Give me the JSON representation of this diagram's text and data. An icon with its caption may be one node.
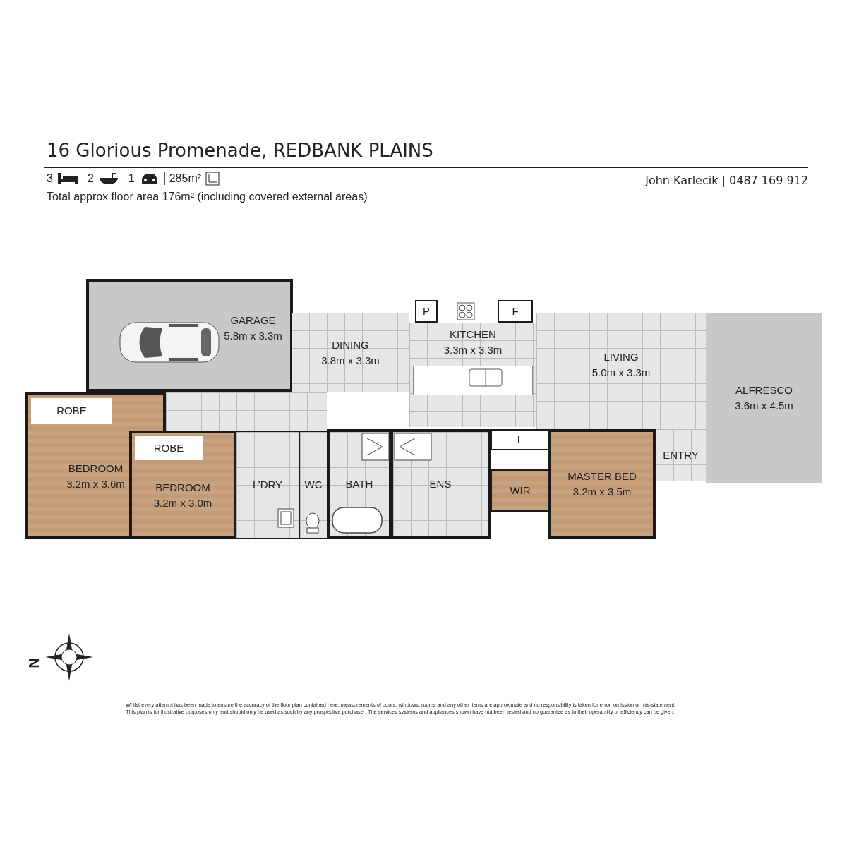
{
  "diagram": {
    "title": "16 Glorious Promenade, REDBANK PLAINS",
    "nodes": [
      {
        "text": [
          "GARAGE",
          "5.8m x 3.3m"
        ]
      },
      {
        "text": [
          "P"
        ]
      },
      {
        "text": [
          "F"
        ]
      },
      {
        "text": [
          "KITCHEN",
          "3.3m x 3.3m"
        ]
      },
      {
        "text": [
          "DINING",
          "3.8m x 3.3m"
        ]
      },
      {
        "text": [
          "LIVING",
          "5.0m x 3.3m"
        ]
      },
      {
        "text": [
          "ALFRESCO",
          "3.6m x 4.5m"
        ]
      },
      {
        "text": [
          "BEDROOM",
          "3.2m x 3.6m"
        ]
      },
      {
        "text": [
          "ROBE"
        ],
        "in": 7
      },
      {
        "text": [
          "BEDROOM",
          "3.2m x 3.0m"
        ]
      },
      {
        "text": [
          "ROBE"
        ],
        "in": 9
      },
      {
        "text": [
          "L’DRY"
        ]
      },
      {
        "text": [
          "WC"
        ]
      },
      {
        "text": [
          "BATH"
        ]
      },
      {
        "text": [
          "ENS"
        ]
      },
      {
        "text": [
          "L"
        ]
      },
      {
        "text": [
          "WIR"
        ]
      },
      {
        "text": [
          "MASTER BED",
          "3.2m x 3.5m"
        ]
      },
      {
        "text": [
          "ENTRY"
        ]
      },
      {
        "text": [],
        "shape": "box"
      }
    ],
    "labels": [
      "3",
      "2",
      "1",
      "285m²",
      "Total approx floor area 176m² (including covered external areas)",
      "John Karlecik | 0487 169 912",
      "N",
      "Whilst every attempt has been made to ensure the accuracy of the floor plan contained here, measurements of doors, windows, rooms and any other items are approximate and no responsibility is taken for error, omission or mis-statement.",
      "This plan is for illustrative purposes only and should only be used as such by any prospective purchaser. The services systems and appliances shown have not been tested and no guarantee as to their operability or efficiency can be given."
    ]
  }
}
